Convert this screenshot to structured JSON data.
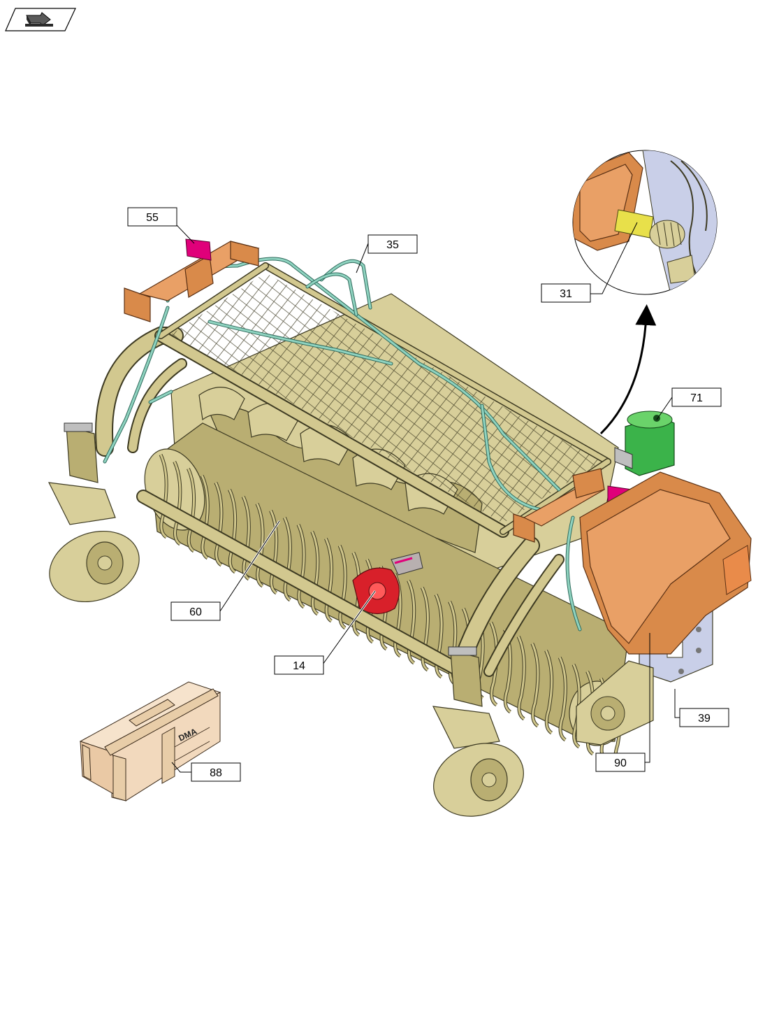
{
  "callouts": {
    "c55": "55",
    "c35": "35",
    "c31": "31",
    "c71": "71",
    "c60": "60",
    "c14": "14",
    "c39": "39",
    "c90": "90",
    "c88": "88"
  },
  "crate": {
    "stencil": "DMA"
  },
  "nav_icon": "return-arrow-icon",
  "colors": {
    "frame": "#d8cf9a",
    "shield": "#d98a4a",
    "hose": "#8fd3c0",
    "motor": "#3bb34a",
    "connector": "#e0007a",
    "gearbox": "#d8202a",
    "side_plate": "#c9cfe8",
    "crate": "#f2d9bd"
  }
}
